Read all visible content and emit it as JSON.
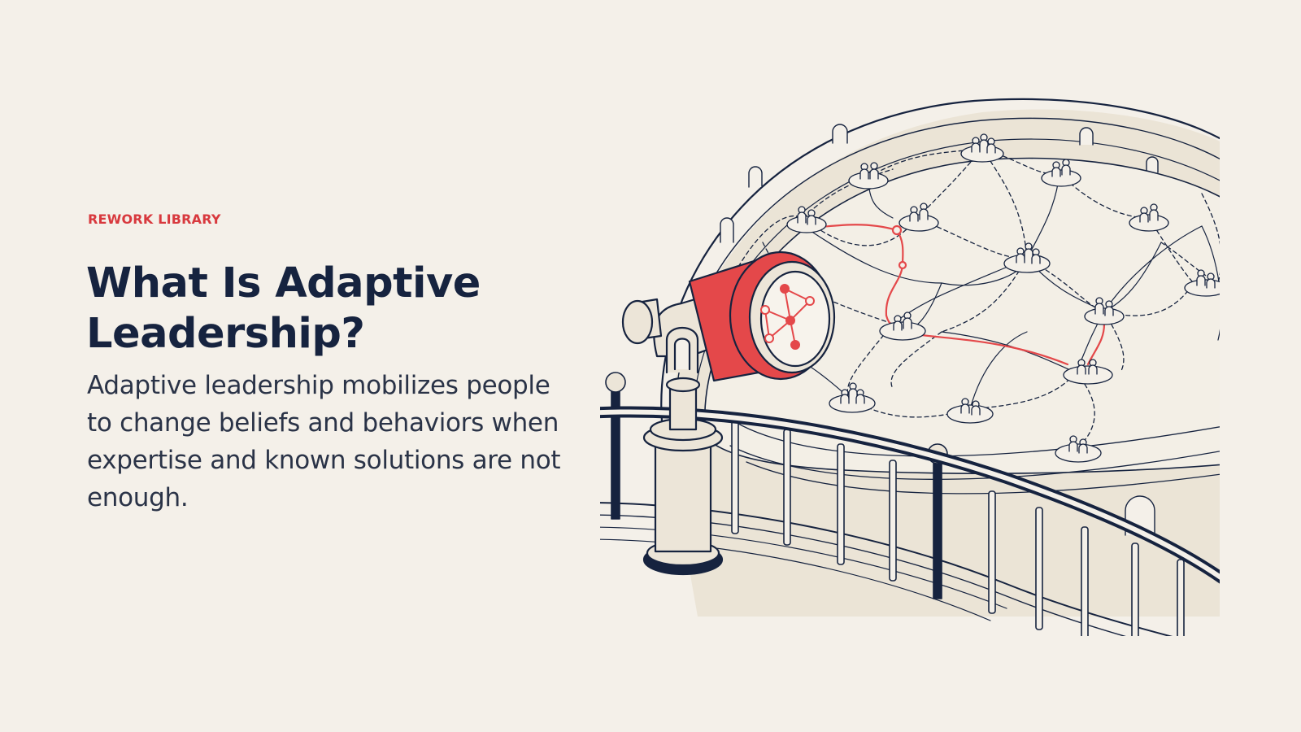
{
  "article": {
    "eyebrow": "REWORK LIBRARY",
    "title": "What Is Adaptive Leadership?",
    "description": "Adaptive leadership mobilizes people to change beliefs and behaviors when expertise and known solutions are not enough."
  },
  "colors": {
    "background": "#f4f0e9",
    "navy": "#16233f",
    "accent_red": "#e4484a",
    "cream": "#ece5d8"
  }
}
